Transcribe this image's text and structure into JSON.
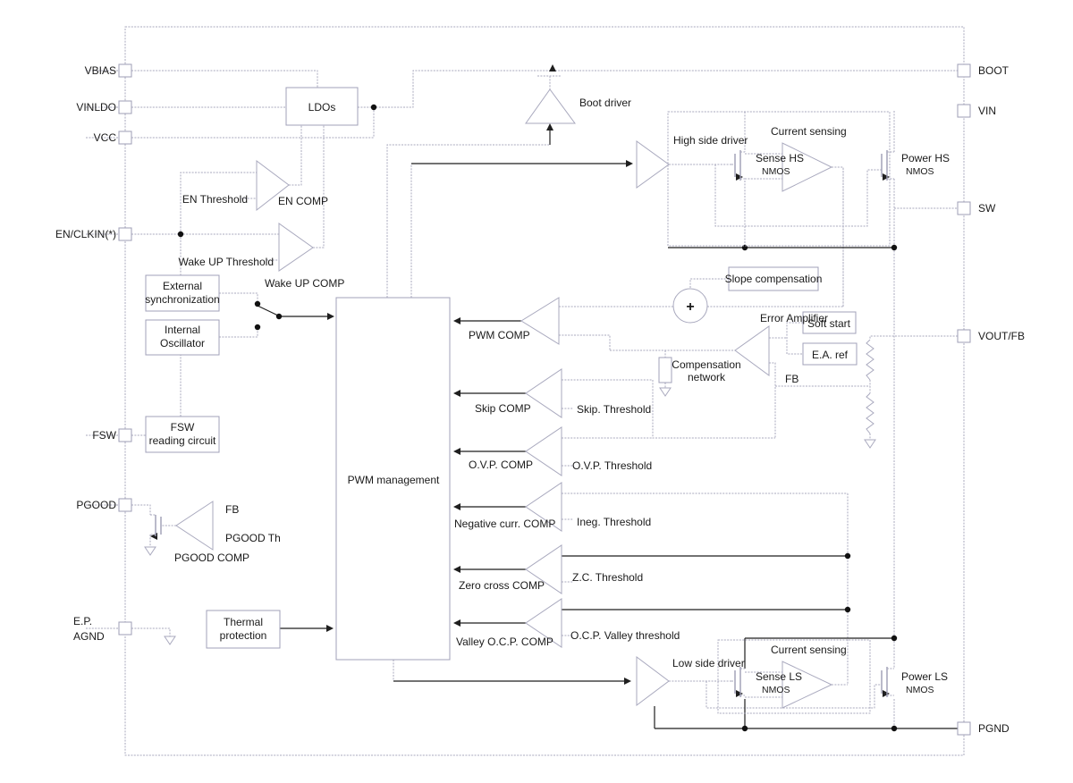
{
  "pins": {
    "left": [
      {
        "label": "VBIAS"
      },
      {
        "label": "VINLDO"
      },
      {
        "label": "VCC"
      },
      {
        "label": "EN/CLKIN(*)"
      },
      {
        "label": "FSW"
      },
      {
        "label": "PGOOD"
      },
      {
        "label": "E.P."
      },
      {
        "label": "AGND"
      }
    ],
    "right": [
      {
        "label": "BOOT"
      },
      {
        "label": "VIN"
      },
      {
        "label": "SW"
      },
      {
        "label": "VOUT/FB"
      },
      {
        "label": "PGND"
      }
    ]
  },
  "blocks": {
    "ldos": "LDOs",
    "ext_sync_line1": "External",
    "ext_sync_line2": "synchronization",
    "int_osc_line1": "Internal",
    "int_osc_line2": "Oscillator",
    "fsw_line1": "FSW",
    "fsw_line2": "reading circuit",
    "thermal_line1": "Thermal",
    "thermal_line2": "protection",
    "pwm_management": "PWM management",
    "slope_compensation": "Slope compensation",
    "soft_start": "Soft start",
    "ea_ref": "E.A. ref",
    "comp_network_line1": "Compensation",
    "comp_network_line2": "network"
  },
  "labels": {
    "en_threshold": "EN Threshold",
    "en_comp": "EN COMP",
    "wakeup_threshold": "Wake UP Threshold",
    "wakeup_comp": "Wake UP COMP",
    "boot_driver": "Boot driver",
    "high_side_driver": "High side driver",
    "hs_current_sensing": "Current sensing",
    "sense_hs_line1": "Sense HS",
    "sense_hs_line2": "NMOS",
    "power_hs_line1": "Power HS",
    "power_hs_line2": "NMOS",
    "error_amplifier": "Error Amplifier",
    "ea_fb": "FB",
    "summer_plus": "+",
    "pwm_comp": "PWM COMP",
    "skip_comp": "Skip COMP",
    "skip_threshold": "Skip. Threshold",
    "ovp_comp": "O.V.P. COMP",
    "ovp_threshold": "O.V.P. Threshold",
    "neg_curr_comp": "Negative curr. COMP",
    "ineg_threshold": "Ineg. Threshold",
    "zero_cross_comp": "Zero cross COMP",
    "zc_threshold": "Z.C. Threshold",
    "valley_ocp_comp": "Valley O.C.P. COMP",
    "ocp_valley_threshold": "O.C.P. Valley threshold",
    "pgood_fb": "FB",
    "pgood_th": "PGOOD Th",
    "pgood_comp": "PGOOD COMP",
    "low_side_driver": "Low side driver",
    "ls_current_sensing": "Current sensing",
    "sense_ls_line1": "Sense LS",
    "sense_ls_line2": "NMOS",
    "power_ls_line1": "Power LS",
    "power_ls_line2": "NMOS"
  }
}
